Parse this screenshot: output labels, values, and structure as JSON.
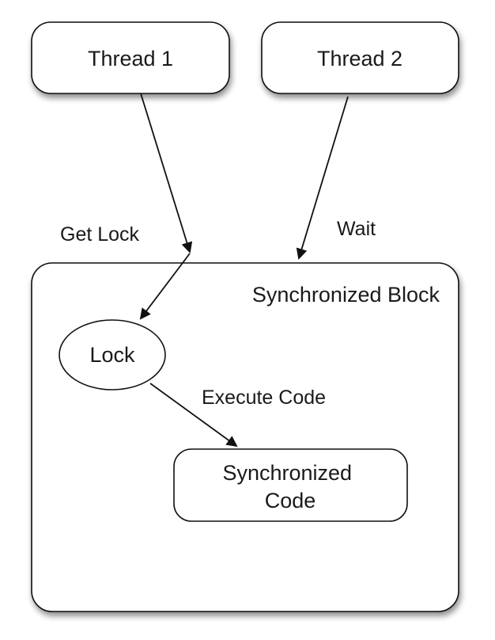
{
  "nodes": {
    "thread1": {
      "label": "Thread 1"
    },
    "thread2": {
      "label": "Thread 2"
    },
    "sync_block": {
      "label": "Synchronized Block"
    },
    "lock": {
      "label": "Lock"
    },
    "sync_code": {
      "lines": [
        "Synchronized",
        "Code"
      ]
    }
  },
  "edges": {
    "get_lock": {
      "label": "Get Lock"
    },
    "wait": {
      "label": "Wait"
    },
    "execute_code": {
      "label": "Execute Code"
    }
  },
  "colors": {
    "stroke": "#111111",
    "fill": "#ffffff",
    "text": "#1a1a1a"
  }
}
